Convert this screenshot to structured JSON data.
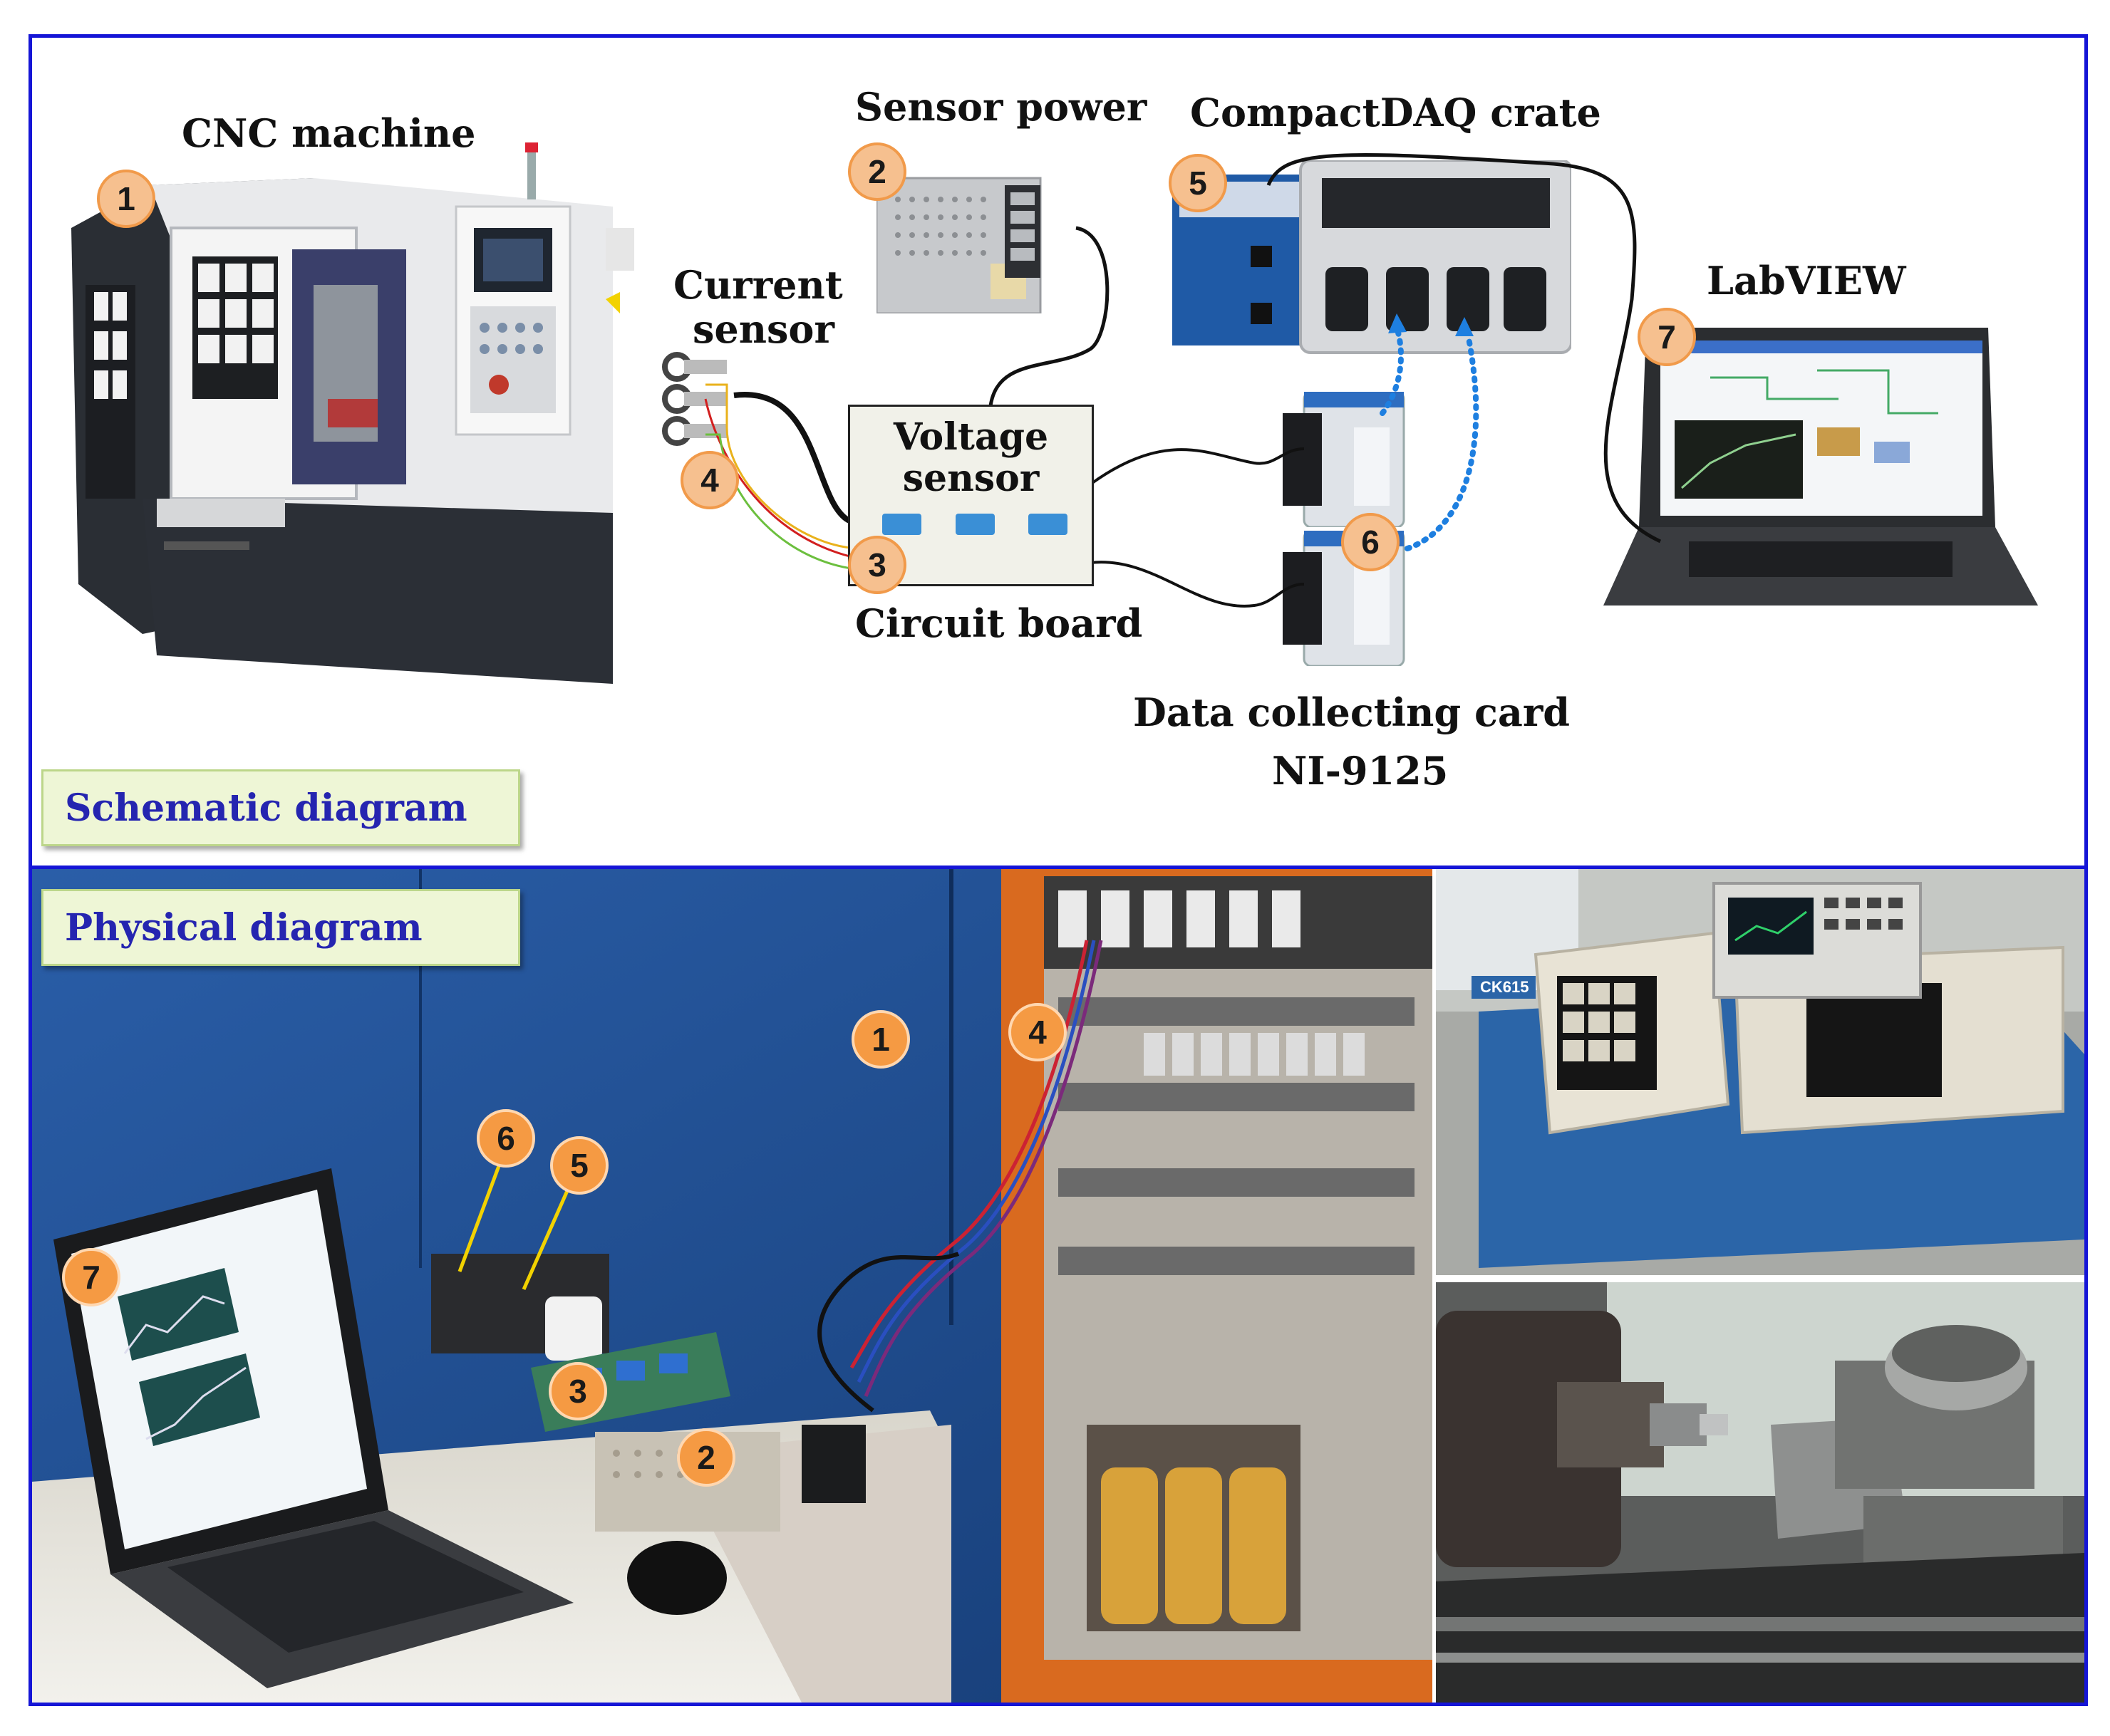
{
  "schematic": {
    "panel_title": "Schematic diagram",
    "cnc_label": "CNC machine",
    "sensor_power_label": "Sensor power",
    "compactdaq_label": "CompactDAQ  crate",
    "current_sensor_label_line1": "Current",
    "current_sensor_label_line2": "sensor",
    "voltage_sensor_line1": "Voltage",
    "voltage_sensor_line2": "sensor",
    "circuit_board_label": "Circuit board",
    "labview_label": "LabVIEW",
    "dcc_label_line1": "Data collecting card",
    "dcc_label_line2": "NI-9125",
    "badges": [
      "1",
      "2",
      "3",
      "4",
      "5",
      "6",
      "7"
    ]
  },
  "physical": {
    "panel_title": "Physical diagram",
    "badges": [
      "1",
      "2",
      "3",
      "4",
      "5",
      "6",
      "7"
    ],
    "lathe_model_text": "CK615"
  },
  "colors": {
    "frame_border": "#1515d6",
    "badge_fill": "#f6c08f",
    "badge_border": "#f19a4a",
    "panel_title_text": "#2525b0",
    "panel_title_fill": "#eef6d6",
    "link_dotted": "#1e7fe0"
  }
}
